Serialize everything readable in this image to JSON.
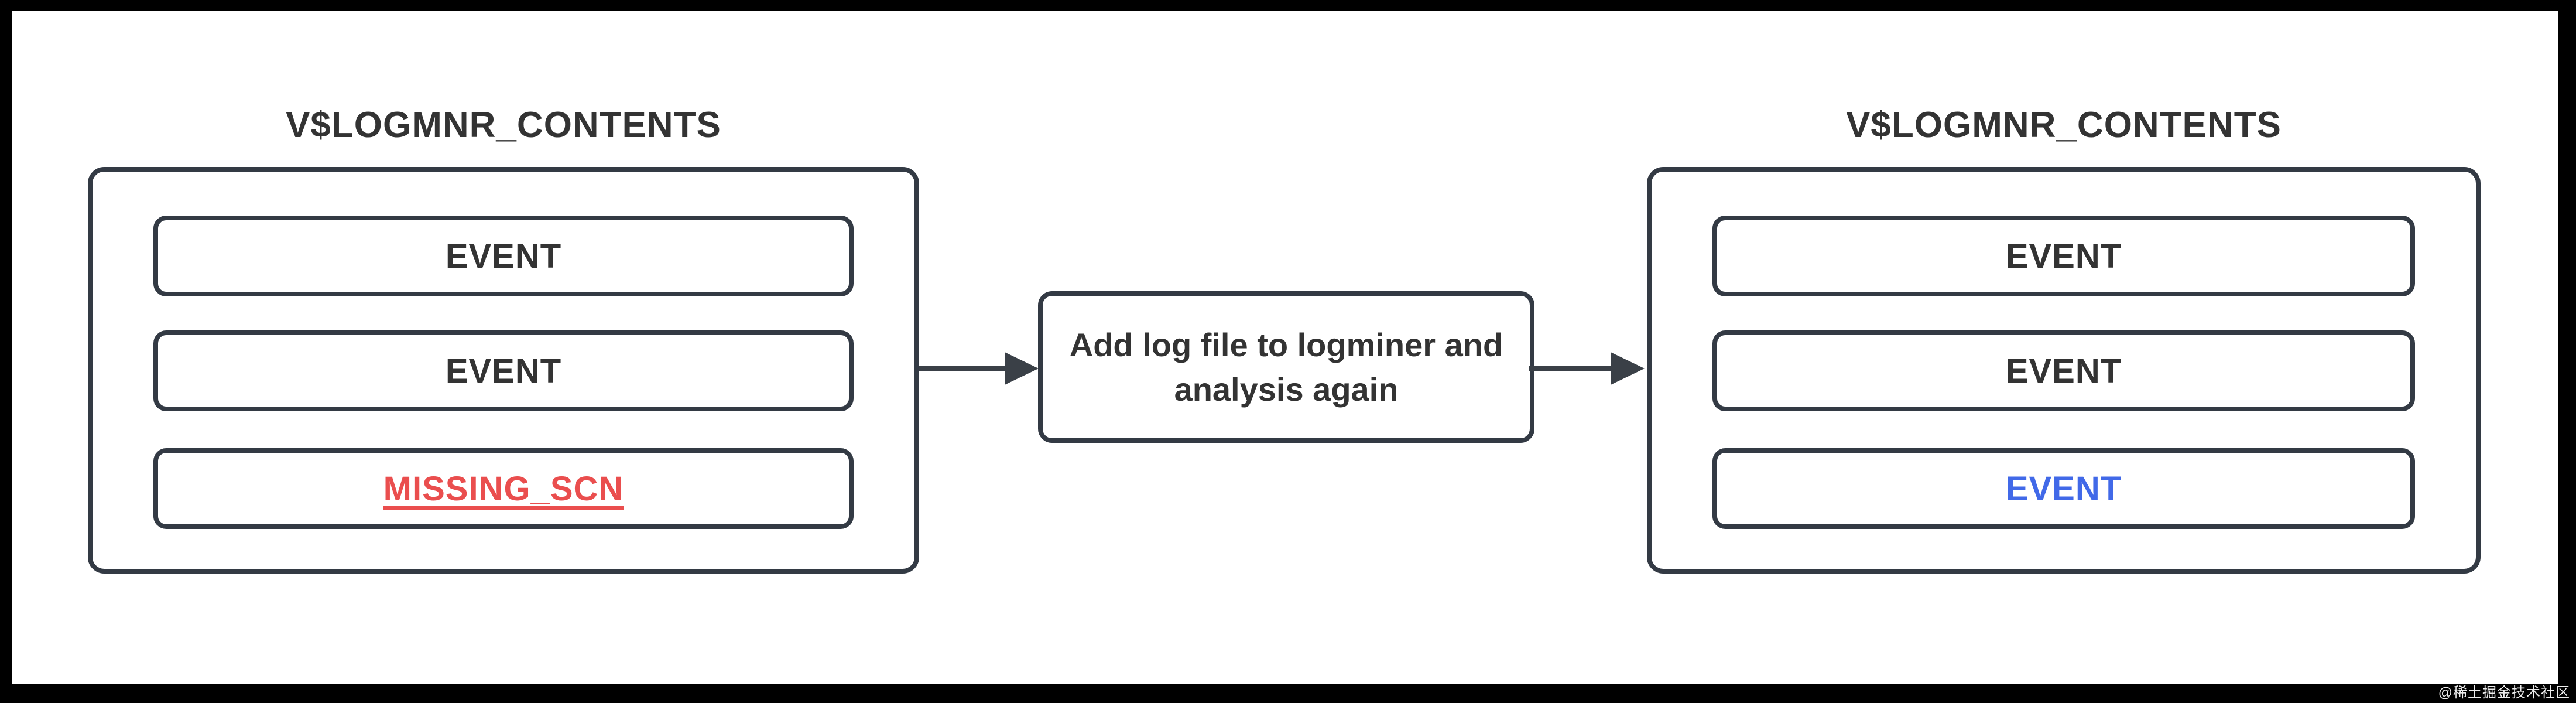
{
  "diagram": {
    "left_table": {
      "title": "V$LOGMNR_CONTENTS",
      "rows": [
        {
          "label": "EVENT"
        },
        {
          "label": "EVENT"
        },
        {
          "label": "MISSING_SCN"
        }
      ]
    },
    "process_step": {
      "label": "Add log file to logminer and analysis again"
    },
    "right_table": {
      "title": "V$LOGMNR_CONTENTS",
      "rows": [
        {
          "label": "EVENT"
        },
        {
          "label": "EVENT"
        },
        {
          "label": "EVENT"
        }
      ]
    },
    "watermark": "@稀土掘金技术社区"
  },
  "colors": {
    "border": "#333a44",
    "text-dark": "#333333",
    "missing-red": "#ea4e4e",
    "event-blue": "#4169e8",
    "arrow": "#3a4047",
    "frame": "#000000",
    "watermark-text": "#ededed",
    "canvas": "#ffffff"
  }
}
